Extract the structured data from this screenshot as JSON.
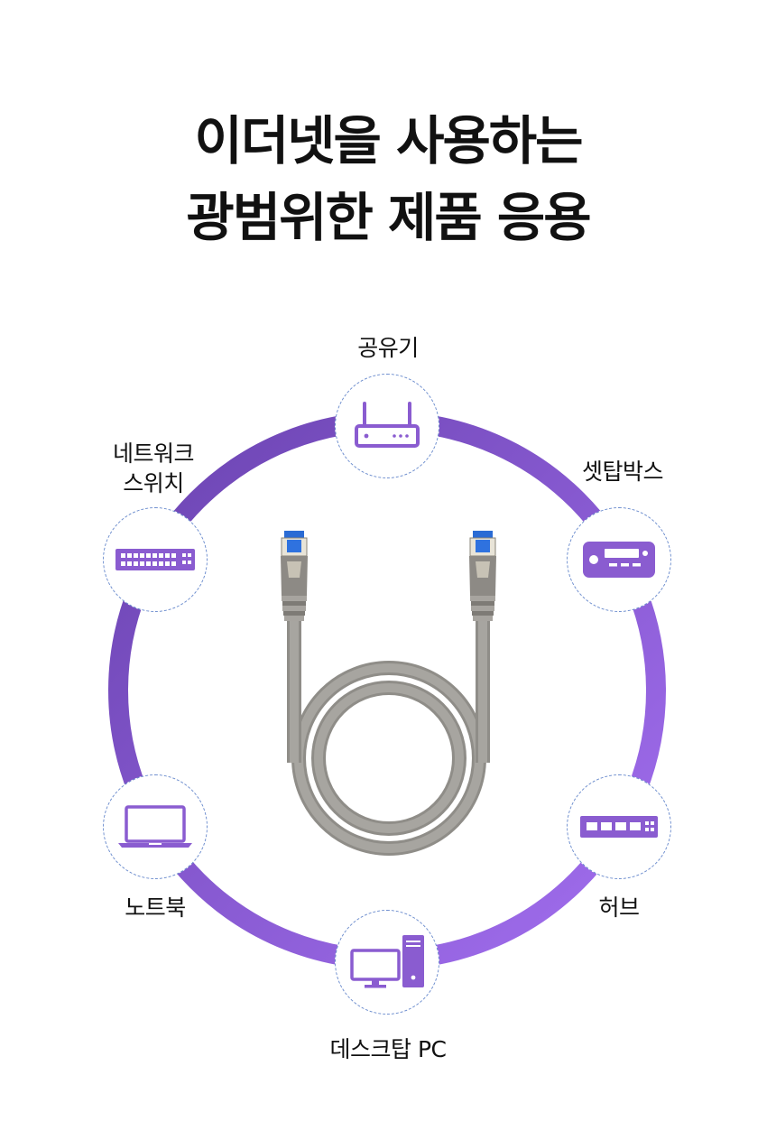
{
  "title": {
    "line1": "이더넷을 사용하는",
    "line2": "광범위한 제품 응용"
  },
  "devices": {
    "router": {
      "label": "공유기",
      "icon": "router-icon"
    },
    "settop": {
      "label": "셋탑박스",
      "icon": "settop-box-icon"
    },
    "hub": {
      "label": "허브",
      "icon": "hub-icon"
    },
    "desktop": {
      "label": "데스크탑 PC",
      "icon": "desktop-pc-icon"
    },
    "laptop": {
      "label": "노트북",
      "icon": "laptop-icon"
    },
    "switch": {
      "label_line1": "네트워크",
      "label_line2": "스위치",
      "icon": "network-switch-icon"
    }
  },
  "colors": {
    "ring_top": "#6d46b5",
    "ring_bottom": "#a06de8",
    "icon_fill": "#8a5cd0",
    "node_border": "#6f8fcf",
    "cable": "#9e9c97"
  }
}
